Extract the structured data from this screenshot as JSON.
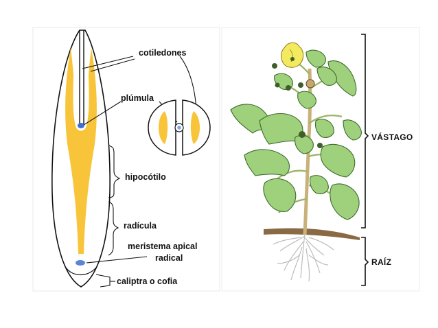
{
  "embryo": {
    "labels": {
      "cotiledones": "cotiledones",
      "plumula": "plúmula",
      "hipocotilo": "hipocótilo",
      "radicula": "radícula",
      "meristema_line1": "meristema apical",
      "meristema_line2": "radical",
      "caliptra": "caliptra o cofia"
    }
  },
  "plant": {
    "labels": {
      "vastago": "VÁSTAGO",
      "raiz": "RAÍZ"
    }
  },
  "colors": {
    "cotyledon_fill": "#f8c53a",
    "meristem_blue": "#3f6fd0",
    "leaf_fill": "#9fd17d",
    "leaf_stroke": "#3c6b2a",
    "stem": "#c9b27a",
    "flower": "#f3ea60",
    "soil": "#8a6a45",
    "root": "#cfcfcf"
  }
}
